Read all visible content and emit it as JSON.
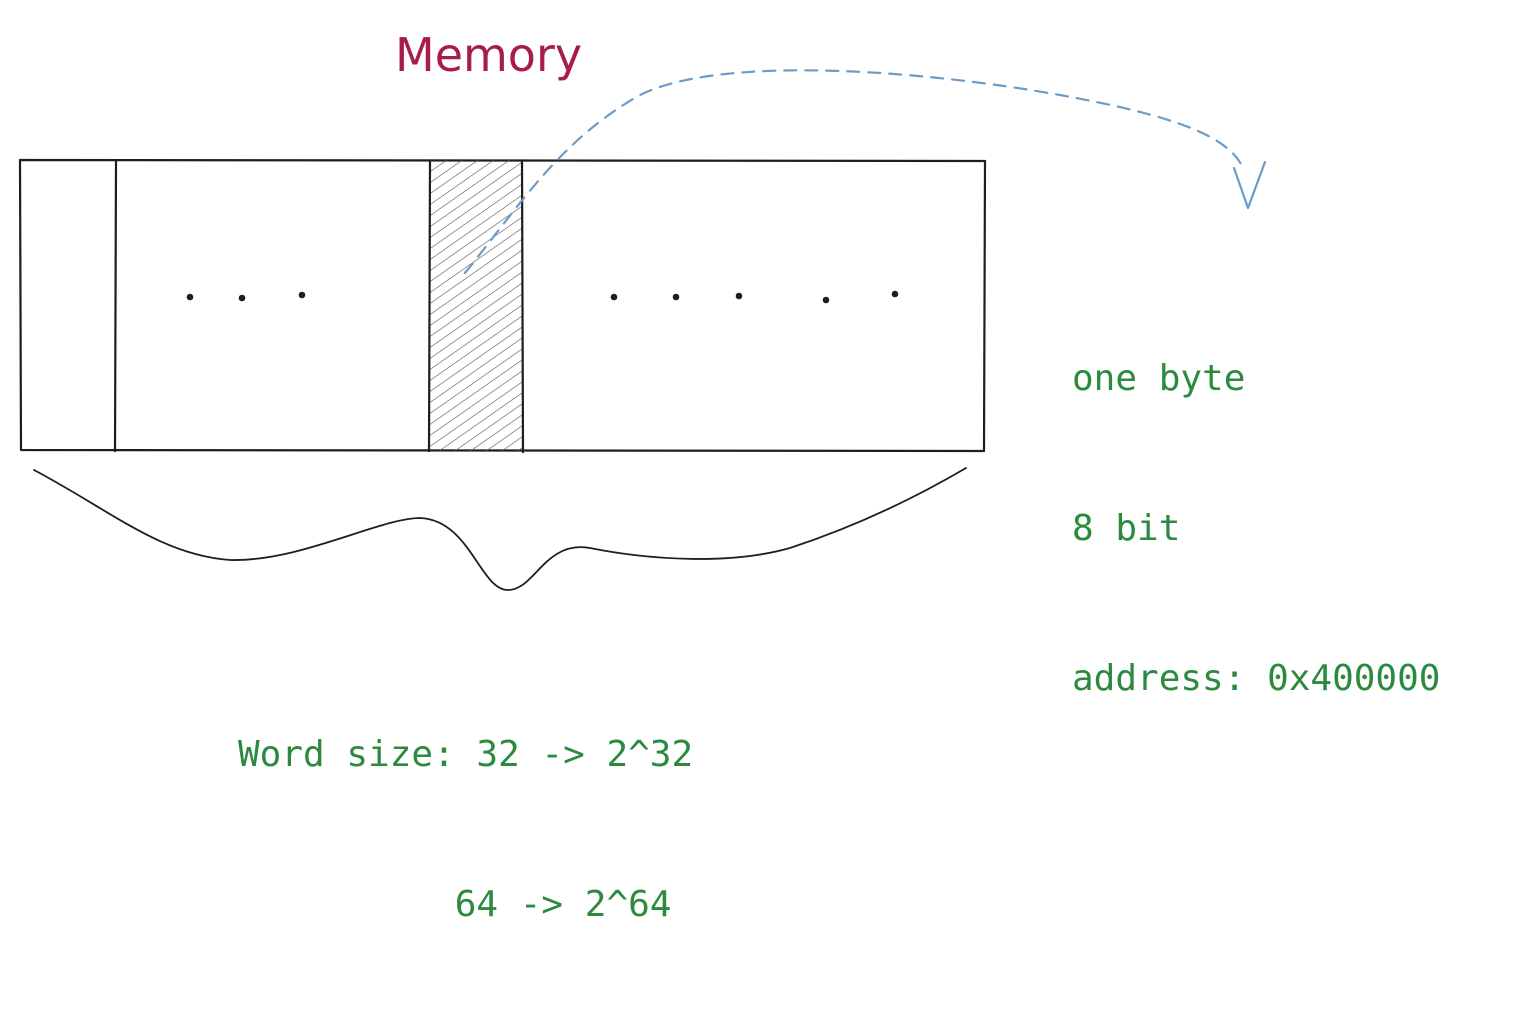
{
  "title": "Memory",
  "byte_note": {
    "line1": "one byte",
    "line2": "8 bit",
    "line3": "address: 0x400000"
  },
  "word_note": {
    "line1": "Word size: 32 -> 2^32",
    "line2": "          64 -> 2^64"
  },
  "colors": {
    "title": "#a61d4d",
    "note": "#2b8a3e",
    "arrow": "#6b9bc7",
    "stroke": "#1e1e1e"
  }
}
